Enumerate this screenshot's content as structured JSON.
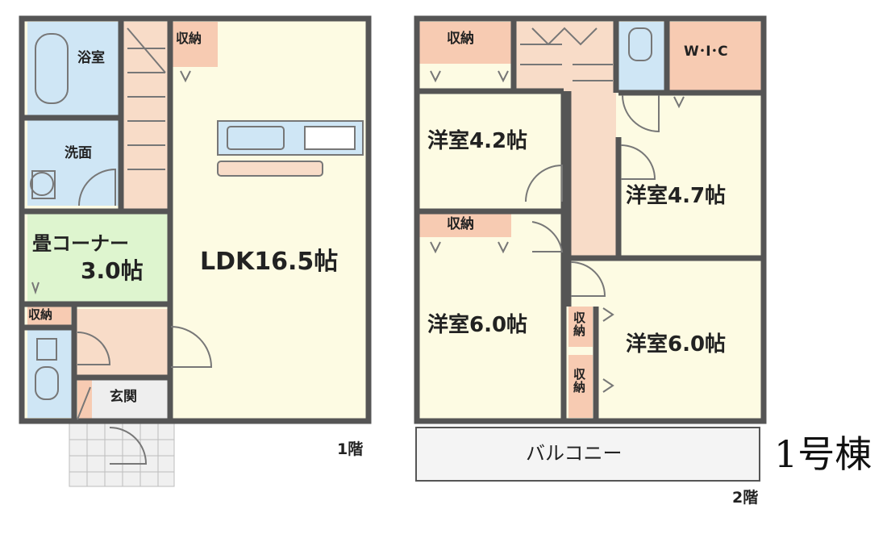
{
  "title": "1号棟",
  "floors": [
    {
      "label": "1階",
      "rooms": {
        "bath": "浴室",
        "washroom": "洗面",
        "tatami_name": "畳コーナー",
        "tatami_size": "3.0帖",
        "storage": "収納",
        "storage_small": "収納",
        "ldk": "LDK16.5帖",
        "entrance": "玄関"
      }
    },
    {
      "label": "2階",
      "rooms": {
        "storage_top": "収納",
        "wic": "W･I･C",
        "room_a": "洋室4.2帖",
        "room_b": "洋室4.7帖",
        "storage_mid": "収納",
        "room_c": "洋室6.0帖",
        "storage_v1": "収納",
        "storage_v2": "収納",
        "room_d": "洋室6.0帖",
        "balcony": "バルコニー"
      }
    }
  ],
  "colors": {
    "wall": "#555555",
    "living": "#fdfbe3",
    "bath": "#cfe6f5",
    "tatami": "#def5cf",
    "storage": "#f7cbb2",
    "corridor": "#f8dcc8",
    "entrance": "#eeeeee",
    "balcony": "#f4f4f4"
  }
}
